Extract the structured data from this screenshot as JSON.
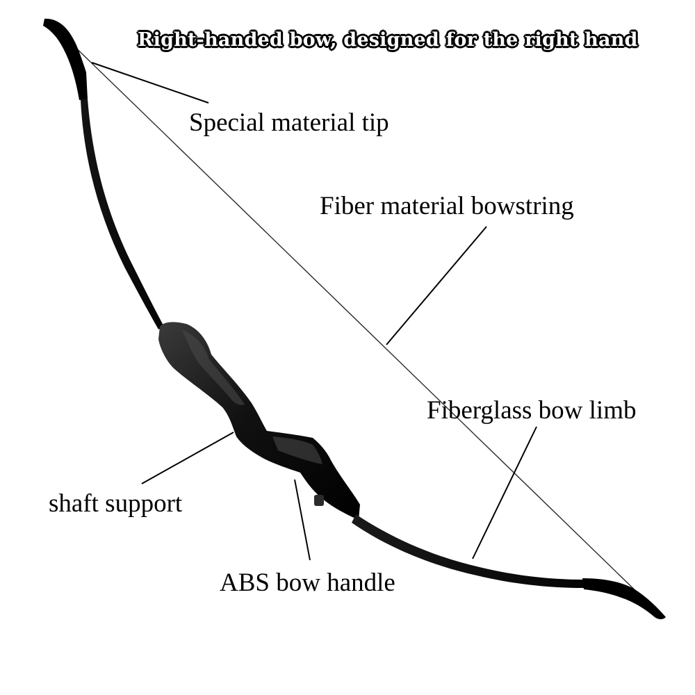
{
  "headline": "Right-handed bow, designed for the right hand",
  "labels": {
    "tip": "Special material tip",
    "bowstring": "Fiber material bowstring",
    "limb": "Fiberglass bow limb",
    "shaft": "shaft support",
    "handle": "ABS bow handle"
  },
  "colors": {
    "background": "#ffffff",
    "bow": "#0c0c0c",
    "text": "#000000",
    "headline_fill": "#ffffff",
    "headline_outline": "#000000"
  }
}
